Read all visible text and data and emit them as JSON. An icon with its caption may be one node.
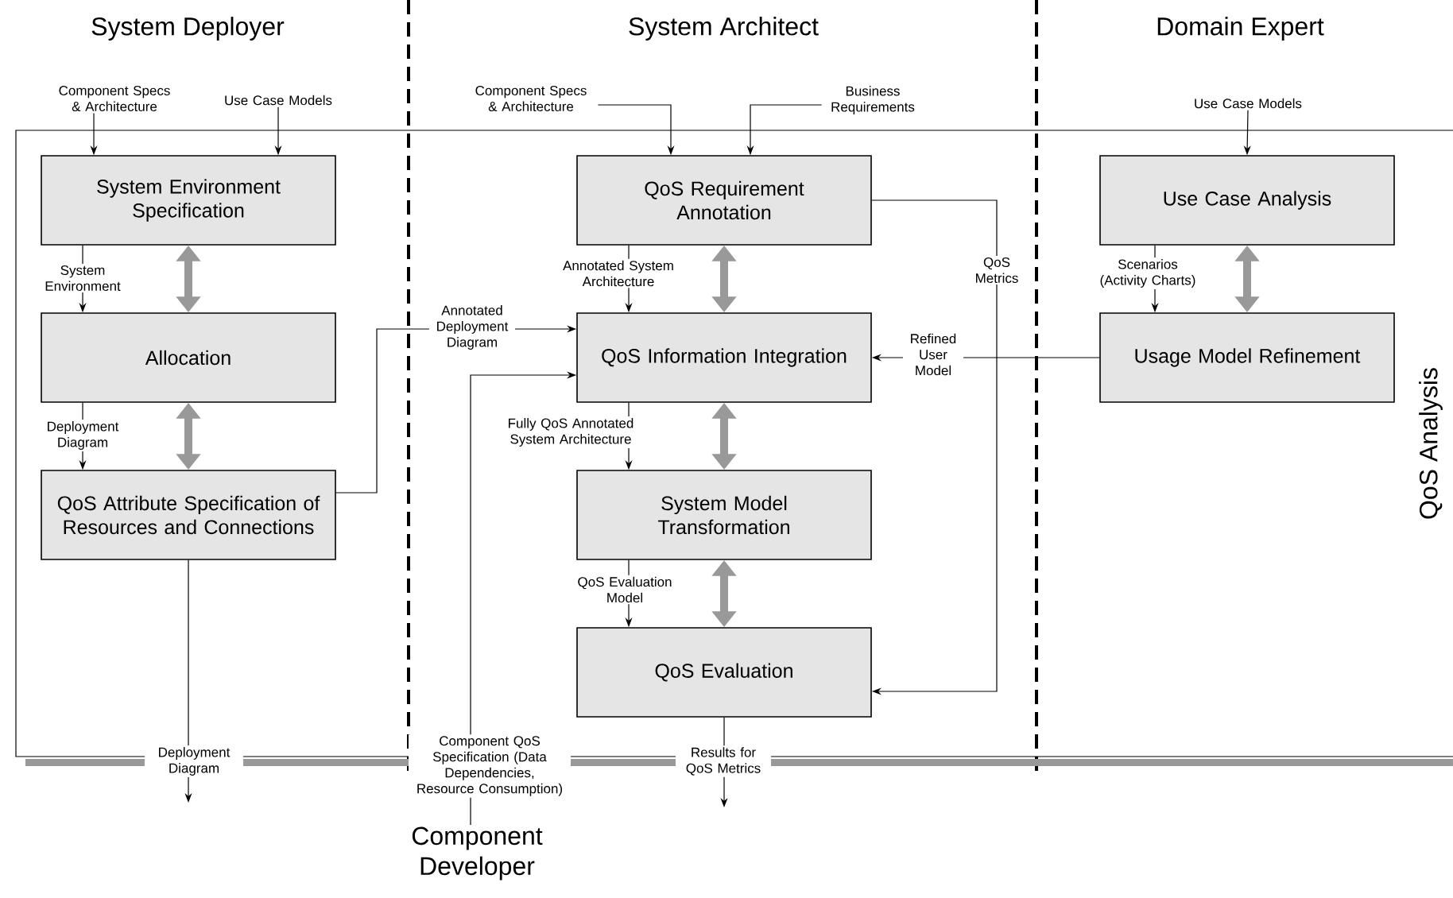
{
  "diagram": {
    "nodes": [
      {
        "text": [
          "QoS Analysis"
        ]
      },
      {
        "text": [
          "Component Specs & Architecture"
        ]
      },
      {
        "text": [
          "Use Case Models"
        ]
      },
      {
        "text": [
          "Component Specs & Architecture"
        ]
      },
      {
        "text": [
          "Business Requirements"
        ]
      },
      {
        "text": [
          "Use Case Models"
        ]
      },
      {
        "text": [
          "System Environment Specification"
        ],
        "in": 0
      },
      {
        "text": [
          "Allocation"
        ],
        "in": 0
      },
      {
        "text": [
          "QoS Attribute Specification of Resources and Connections"
        ],
        "in": 0
      },
      {
        "text": [
          "QoS Requirement Annotation"
        ],
        "in": 0
      },
      {
        "text": [
          "QoS Information Integration"
        ],
        "in": 0
      },
      {
        "text": [
          "System Model Transformation"
        ],
        "in": 0
      },
      {
        "text": [
          "QoS Evaluation"
        ],
        "in": 0
      },
      {
        "text": [
          "Use Case Analysis"
        ],
        "in": 0
      },
      {
        "text": [
          "Usage Model Refinement"
        ],
        "in": 0
      },
      {
        "text": [
          "Component Developer"
        ]
      }
    ],
    "edges": [
      {
        "from": 1,
        "to": 6,
        "arrow": "to"
      },
      {
        "from": 2,
        "to": 6,
        "arrow": "to"
      },
      {
        "from": 3,
        "to": 9,
        "arrow": "to"
      },
      {
        "from": 4,
        "to": 9,
        "arrow": "to"
      },
      {
        "from": 5,
        "to": 13,
        "arrow": "to"
      },
      {
        "from": 6,
        "to": 7,
        "arrow": "to",
        "label": "System Environment"
      },
      {
        "from": 6,
        "to": 7,
        "arrow": "both",
        "style": "thick",
        "color": "#999999"
      },
      {
        "from": 7,
        "to": 8,
        "arrow": "to",
        "label": "Deployment Diagram"
      },
      {
        "from": 7,
        "to": 8,
        "arrow": "both",
        "style": "thick",
        "color": "#999999"
      },
      {
        "from": 8,
        "to": 10,
        "arrow": "to",
        "label": "Annotated Deployment Diagram"
      },
      {
        "from": 9,
        "to": 10,
        "arrow": "to",
        "label": "Annotated System Architecture"
      },
      {
        "from": 9,
        "to": 10,
        "arrow": "both",
        "style": "thick",
        "color": "#999999"
      },
      {
        "from": 15,
        "to": 10,
        "arrow": "to",
        "label": "Component QoS Specification (Data Dependencies, Resource Consumption)"
      },
      {
        "from": 14,
        "to": 10,
        "arrow": "to",
        "label": "Refined User Model"
      },
      {
        "from": 9,
        "to": 12,
        "arrow": "to",
        "label": "QoS Metrics"
      },
      {
        "from": 10,
        "to": 11,
        "arrow": "to",
        "label": "Fully QoS Annotated System Architecture"
      },
      {
        "from": 10,
        "to": 11,
        "arrow": "both",
        "style": "thick",
        "color": "#999999"
      },
      {
        "from": 11,
        "to": 12,
        "arrow": "to",
        "label": "QoS Evaluation Model"
      },
      {
        "from": 11,
        "to": 12,
        "arrow": "both",
        "style": "thick",
        "color": "#999999"
      },
      {
        "from": 13,
        "to": 14,
        "arrow": "to",
        "label": "Scenarios (Activity Charts)"
      },
      {
        "from": 13,
        "to": 14,
        "arrow": "both",
        "style": "thick",
        "color": "#999999"
      },
      {
        "from": 8,
        "to": null,
        "arrow": "to",
        "label": "Deployment Diagram"
      },
      {
        "from": 12,
        "to": null,
        "arrow": "to",
        "label": "Results for QoS Metrics"
      }
    ],
    "labels": [
      "System Deployer",
      "System Architect",
      "Domain Expert"
    ]
  }
}
